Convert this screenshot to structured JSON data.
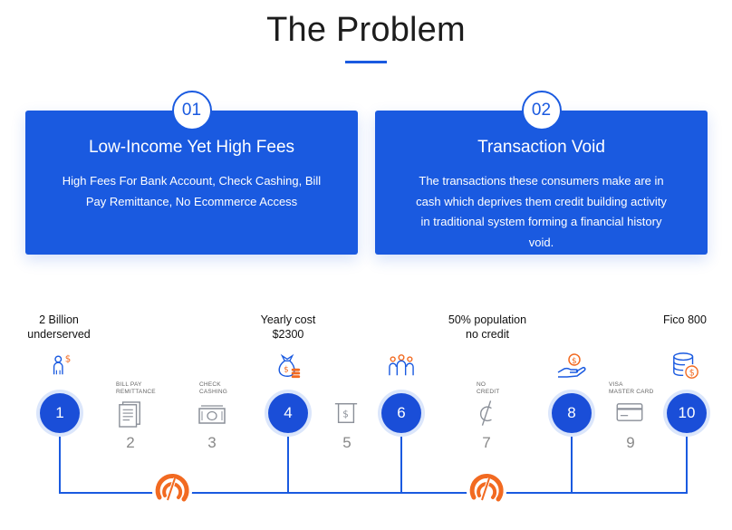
{
  "header": {
    "title": "The Problem"
  },
  "cards": [
    {
      "number": "01",
      "heading": "Low-Income Yet High Fees",
      "body": "High Fees For Bank Account, Check Cashing, Bill Pay Remittance, No Ecommerce Access"
    },
    {
      "number": "02",
      "heading": "Transaction Void",
      "body": "The transactions these consumers make are in cash which deprives them credit building activity in traditional system forming a financial history void."
    }
  ],
  "timeline": {
    "captions": {
      "c1_line1": "2 Billion",
      "c1_line2": "underserved",
      "c4_line1": "Yearly cost",
      "c4_line2": "$2300",
      "c6_line1": "50% population",
      "c6_line2": "no credit",
      "c10_line1": "Fico 800"
    },
    "nodes": [
      {
        "label": "1"
      },
      {
        "label": "4"
      },
      {
        "label": "6"
      },
      {
        "label": "8"
      },
      {
        "label": "10"
      }
    ],
    "steps": [
      {
        "label": "2",
        "caption_line1": "BILL PAY",
        "caption_line2": "REMITTANCE"
      },
      {
        "label": "3",
        "caption_line1": "CHECK",
        "caption_line2": "CASHING"
      },
      {
        "label": "5",
        "caption_line1": "",
        "caption_line2": ""
      },
      {
        "label": "7",
        "caption_line1": "NO",
        "caption_line2": "CREDIT"
      },
      {
        "label": "9",
        "caption_line1": "VISA",
        "caption_line2": "MASTER CARD"
      }
    ]
  },
  "colors": {
    "primary": "#1a5ae0",
    "node": "#1a4ed8",
    "accent": "#f26a21",
    "grey_icon": "#8a8f98"
  }
}
